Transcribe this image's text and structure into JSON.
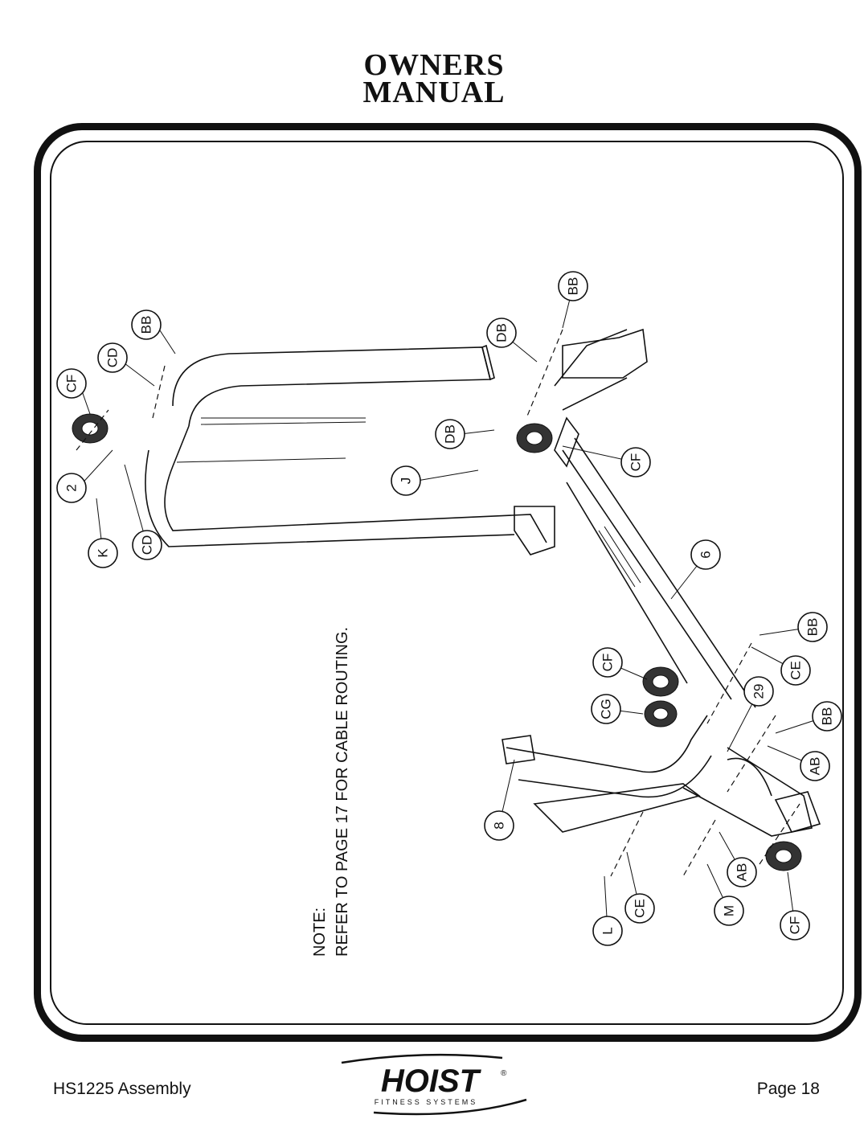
{
  "header": {
    "title_line1": "OWNERS",
    "title_line2": "MANUAL"
  },
  "diagram": {
    "note_line1": "NOTE:",
    "note_line2": "REFER TO PAGE 17 FOR CABLE ROUTING.",
    "callouts": [
      "CF",
      "CD",
      "BB",
      "2",
      "K",
      "CD",
      "BB",
      "DB",
      "DB",
      "J",
      "CF",
      "6",
      "BB",
      "CE",
      "CF",
      "CG",
      "29",
      "BB",
      "AB",
      "8",
      "AB",
      "CE",
      "M",
      "L",
      "CF"
    ]
  },
  "footer": {
    "left_text": "HS1225 Assembly",
    "right_text": "Page 18",
    "logo_text": "HOIST",
    "logo_subtext": "FITNESS SYSTEMS",
    "logo_mark": "®"
  }
}
